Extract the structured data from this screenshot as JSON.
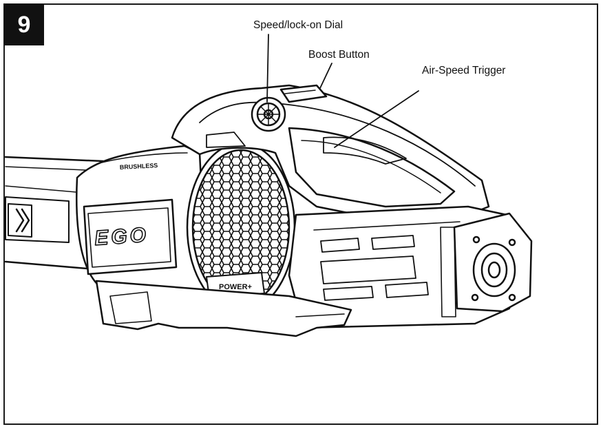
{
  "step": {
    "number": "9"
  },
  "callouts": {
    "speed_dial": "Speed/lock-on Dial",
    "boost_button": "Boost Button",
    "air_speed_trigger": "Air-Speed Trigger"
  },
  "product_markings": {
    "brand_logo": "EGO",
    "motor_label": "BRUSHLESS",
    "power_badge": "POWER+"
  }
}
